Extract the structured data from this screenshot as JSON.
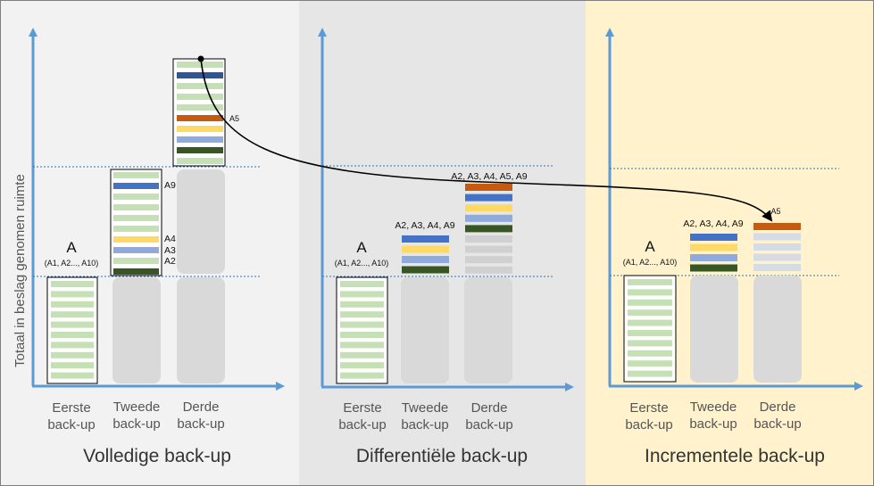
{
  "y_axis_label": "Totaal in beslag genomen ruimte",
  "backup_labels": {
    "first": [
      "Eerste",
      "back-up"
    ],
    "second": [
      "Tweede",
      "back-up"
    ],
    "third": [
      "Derde",
      "back-up"
    ]
  },
  "set_a": {
    "letter": "A",
    "contents": "(A1, A2..., A10)"
  },
  "panels": [
    {
      "title": "Volledige back-up",
      "background": "#f2f2f2",
      "markers": {
        "second_a9": "A9",
        "second_a4": "A4",
        "second_a3": "A3",
        "second_a2": "A2",
        "third_a5": "A5"
      }
    },
    {
      "title": "Differentiële back-up",
      "background": "#e6e6e6",
      "second_label": "A2, A3, A4, A9",
      "third_label": "A2, A3, A4, A5, A9"
    },
    {
      "title": "Incrementele back-up",
      "background": "#fff2cc",
      "second_label": "A2, A3, A4, A9",
      "third_label": "A5"
    }
  ],
  "colors": {
    "axis": "#5b9bd5",
    "guide": "#2e75b6",
    "light_green": "#c5e0b4",
    "dark_blue": "#2e5597",
    "royal_blue": "#4472c4",
    "orange": "#c55a11",
    "yellow": "#ffd966",
    "periwinkle": "#8faadc",
    "dark_green": "#375623",
    "gray_band": "#d0d0d0",
    "pale_blue": "#d6dce5",
    "placeholder": "#d9d9d9"
  }
}
